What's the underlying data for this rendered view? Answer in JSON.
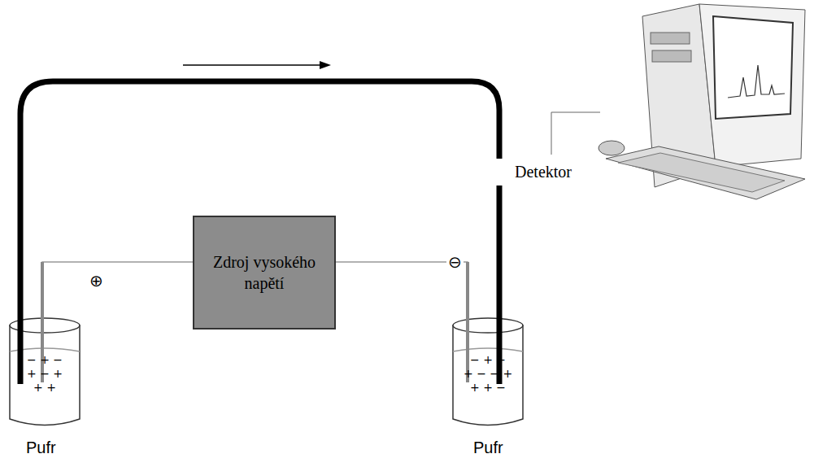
{
  "diagram": {
    "nodes": [
      {
        "text": [
          "Zdroj vysokého napětí"
        ]
      }
    ],
    "labels": [
      "Detektor",
      "Pufr",
      "Pufr",
      "⊕",
      "⊖",
      "− + −",
      "+ − +",
      "+ +",
      "− + −",
      "+ − − +",
      "+ + −"
    ]
  }
}
